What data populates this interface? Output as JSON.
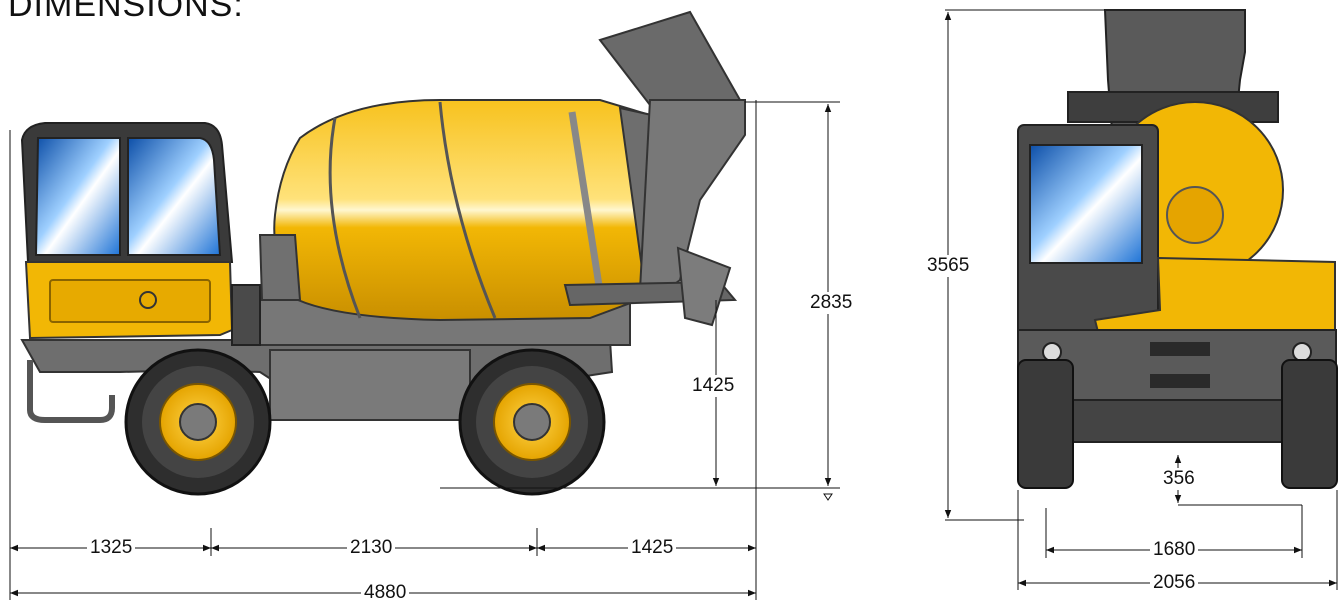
{
  "title": "DIMENSIONS:",
  "side_view": {
    "dims": {
      "front_to_axle": "1325",
      "wheelbase": "2130",
      "axle_to_rear": "1425",
      "overall_length": "4880",
      "overall_height": "2835",
      "discharge_height": "1425"
    }
  },
  "front_view": {
    "dims": {
      "max_height": "3565",
      "ground_clearance": "356",
      "track_width": "1680",
      "overall_width": "2056"
    }
  },
  "colors": {
    "body_yellow": "#f2b705",
    "chassis_grey": "#6e6e6e",
    "dark_grey": "#3c3c3c",
    "glass_blue": "#2a7fd6"
  }
}
